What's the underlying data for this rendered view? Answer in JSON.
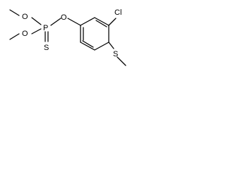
{
  "molecule": {
    "atoms": {
      "o_methoxy_top": "O",
      "o_methoxy_bottom": "O",
      "phosphorus": "P",
      "sulfur_thiono": "S",
      "o_ester": "O",
      "chlorine": "Cl",
      "sulfur_methylthio": "S"
    }
  }
}
